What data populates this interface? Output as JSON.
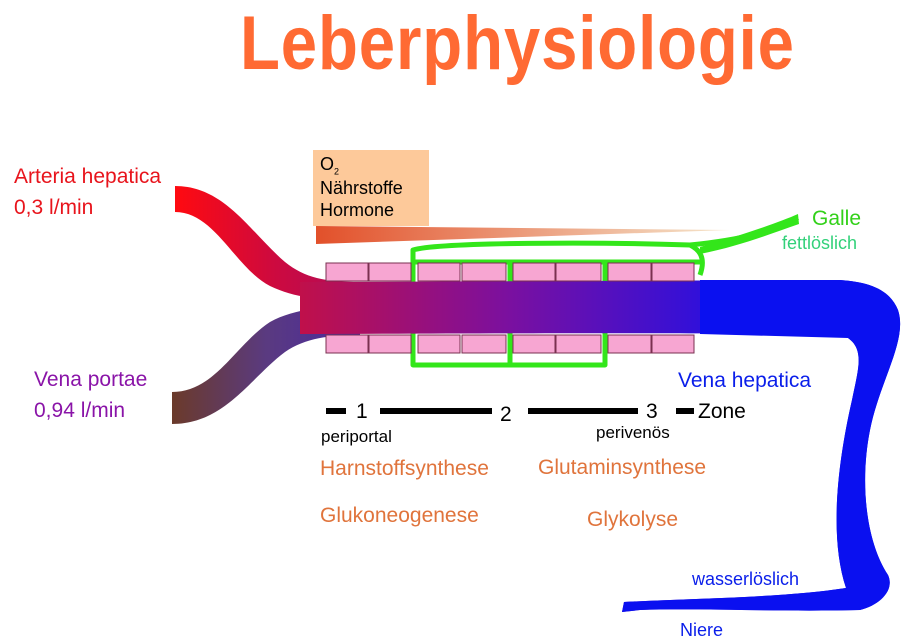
{
  "title": "Leberphysiologie",
  "inputs": {
    "artery": {
      "name": "Arteria hepatica",
      "flow": "0,3 l/min"
    },
    "portal": {
      "name": "Vena portae",
      "flow": "0,94 l/min"
    }
  },
  "supply_box": {
    "line1": "O",
    "line1_sub": "2",
    "line2": "Nährstoffe",
    "line3": "Hormone"
  },
  "bile": {
    "name": "Galle",
    "solubility": "fettlöslich"
  },
  "outflow": {
    "vein": "Vena hepatica",
    "solubility": "wasserlöslich",
    "target": "Niere"
  },
  "zones": {
    "z1": "1",
    "z2": "2",
    "z3": "3",
    "label": "Zone",
    "periportal": "periportal",
    "perivenous": "perivenös"
  },
  "processes": {
    "urea": "Harnstoffsynthese",
    "glutamine": "Glutaminsynthese",
    "gluconeogenesis": "Glukoneogenese",
    "glycolysis": "Glykolyse"
  },
  "colors": {
    "title": "#ff6a33",
    "artery": "#e8141c",
    "portal": "#8a14a8",
    "bile": "#33d11a",
    "vein": "#0a1eea",
    "process": "#e0743c",
    "supply_box": "#fdc99a",
    "hepatocyte": "#f7a6d2"
  }
}
